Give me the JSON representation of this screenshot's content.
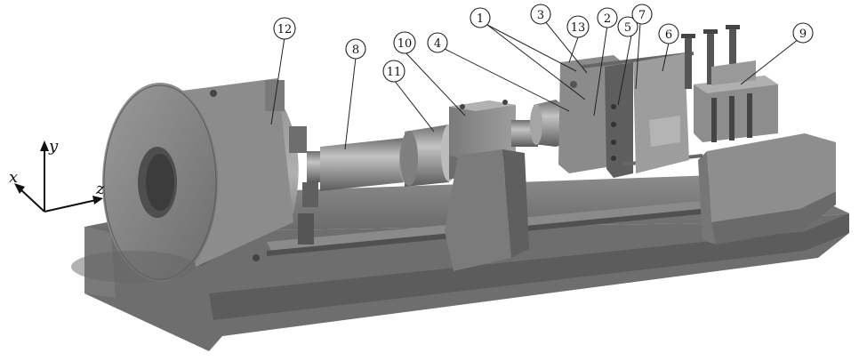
{
  "axes": {
    "x": "x",
    "y": "y",
    "z": "z"
  },
  "callouts": [
    "1",
    "2",
    "3",
    "4",
    "5",
    "6",
    "7",
    "8",
    "9",
    "10",
    "11",
    "12",
    "13"
  ],
  "colors": {
    "metal_dark": "#5e5e5e",
    "metal_mid": "#8a8a8a",
    "metal_light": "#b5b5b5",
    "bed": "#7c7c7c",
    "shadow": "#4a4a4a"
  }
}
